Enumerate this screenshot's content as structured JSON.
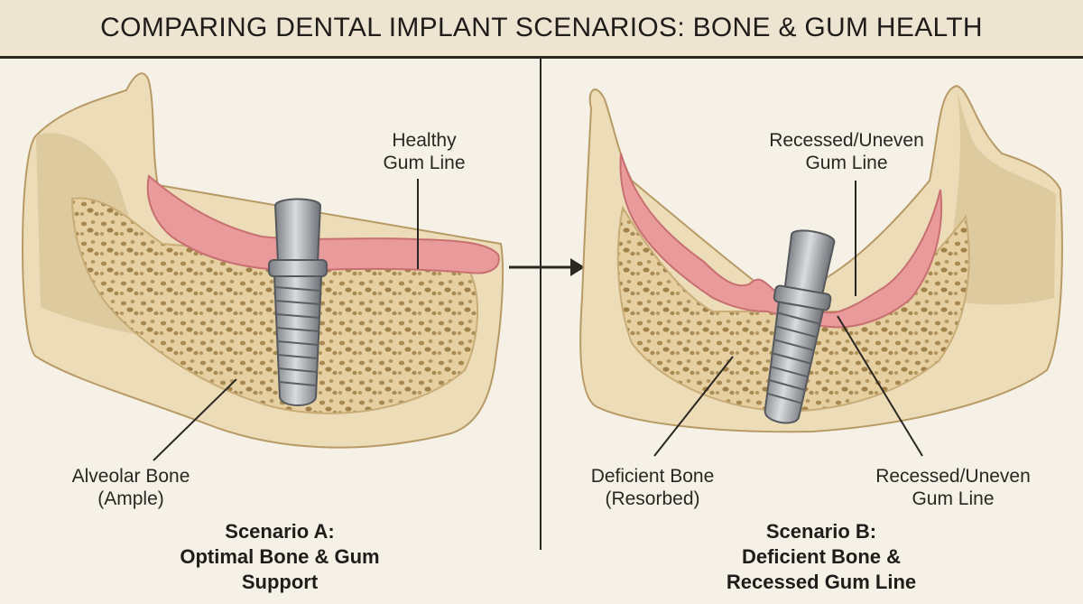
{
  "title": "COMPARING DENTAL IMPLANT SCENARIOS: BONE & GUM HEALTH",
  "colors": {
    "background": "#f6f1e6",
    "bone": "#ecdcb8",
    "bone_shadow": "#d7c093",
    "cancellous": "#c9ad78",
    "gum": "#e99a9a",
    "implant": "#a9acb0",
    "line": "#2a2622"
  },
  "scenario_a": {
    "gum_label": "Healthy\nGum Line",
    "bone_label": "Alveolar Bone\n(Ample)",
    "caption": "Scenario A:\nOptimal Bone & Gum\nSupport"
  },
  "scenario_b": {
    "gum_label_top": "Recessed/Uneven\nGum Line",
    "bone_label": "Deficient Bone\n(Resorbed)",
    "gum_label_bottom": "Recessed/Uneven\nGum Line",
    "caption": "Scenario B:\nDeficient Bone &\nRecessed Gum Line"
  },
  "icons": [
    "arrow-right-icon",
    "dental-implant-icon"
  ]
}
